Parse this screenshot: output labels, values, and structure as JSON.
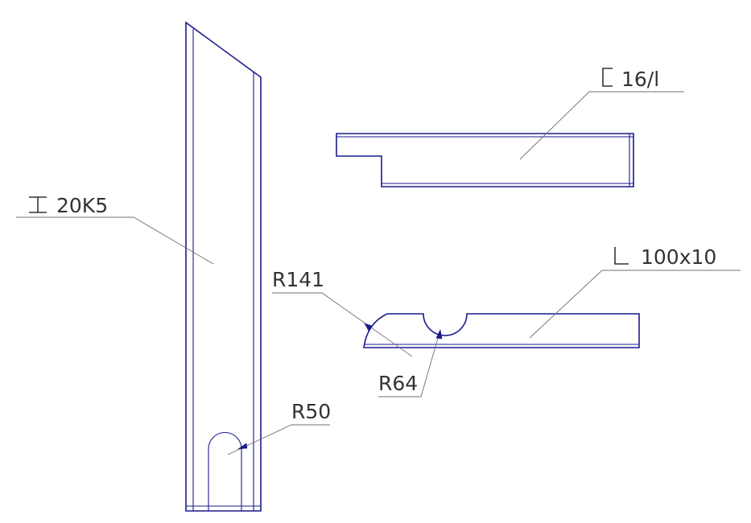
{
  "labels": {
    "i_beam": "20K5",
    "channel": "16/l",
    "angle": "100x10",
    "r141": "R141",
    "r64": "R64",
    "r50": "R50"
  },
  "icons": {
    "i_beam": "i-beam-section-symbol",
    "channel": "channel-section-symbol",
    "angle": "angle-section-symbol"
  },
  "colors": {
    "part_outline": "#1a1a8c",
    "leader_line": "#707070",
    "text": "#333333",
    "background": "#ffffff"
  }
}
